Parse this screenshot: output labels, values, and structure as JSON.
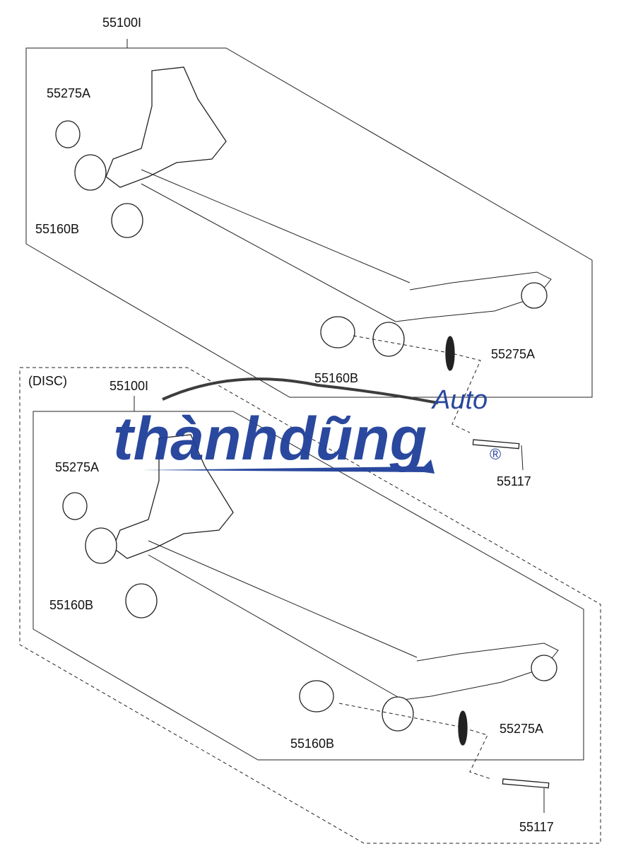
{
  "title": "Rear torsion axle parts diagram",
  "upper_assembly": {
    "assembly_label": "55100I",
    "labels": {
      "left_bushing_cap": "55275A",
      "left_bushing": "55160B",
      "right_bushing": "55160B",
      "right_bushing_cap": "55275A",
      "bolt": "55117"
    }
  },
  "lower_assembly": {
    "variant_label": "(DISC)",
    "assembly_label": "55100I",
    "labels": {
      "left_bushing_cap": "55275A",
      "left_bushing": "55160B",
      "right_bushing": "55160B",
      "right_bushing_cap": "55275A",
      "bolt": "55117"
    }
  },
  "watermark": {
    "brand": "thànhdũng",
    "suffix": "Auto",
    "mark": "®",
    "color": "#1f3f99"
  }
}
